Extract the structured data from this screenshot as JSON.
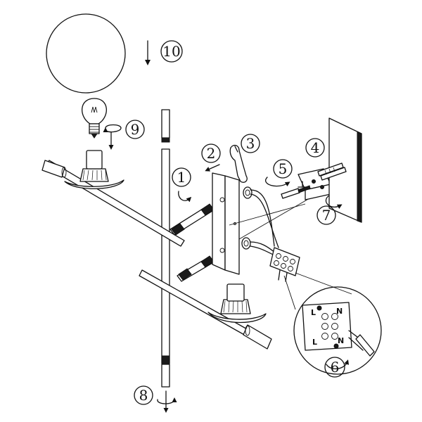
{
  "steps": {
    "s1": "1",
    "s2": "2",
    "s3": "3",
    "s4": "4",
    "s5": "5",
    "s6": "6",
    "s7": "7",
    "s8": "8",
    "s9": "9",
    "s10": "10"
  },
  "terminal": {
    "top_left": "L",
    "top_right": "N",
    "bottom_left": "L",
    "bottom_right": "N"
  },
  "icons": [
    "glass-globe-icon",
    "bulb-icon",
    "wrench-icon",
    "screw-icon",
    "screwdriver-icon",
    "terminal-block-icon",
    "rotate-arrow-icon",
    "ground-symbol-icon"
  ]
}
